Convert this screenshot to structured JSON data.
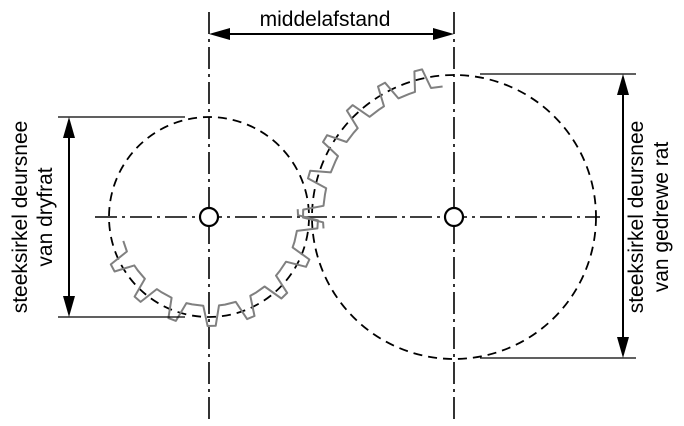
{
  "labels": {
    "center_distance": "middelafstand",
    "driver_line1": "steeksirkel deursnee",
    "driver_line2": "van dryfrat",
    "driven_line1": "steeksirkel deursnee",
    "driven_line2": "van gedrewe rat"
  },
  "colors": {
    "lines": "#000000",
    "teeth": "#808080",
    "background": "#ffffff"
  }
}
